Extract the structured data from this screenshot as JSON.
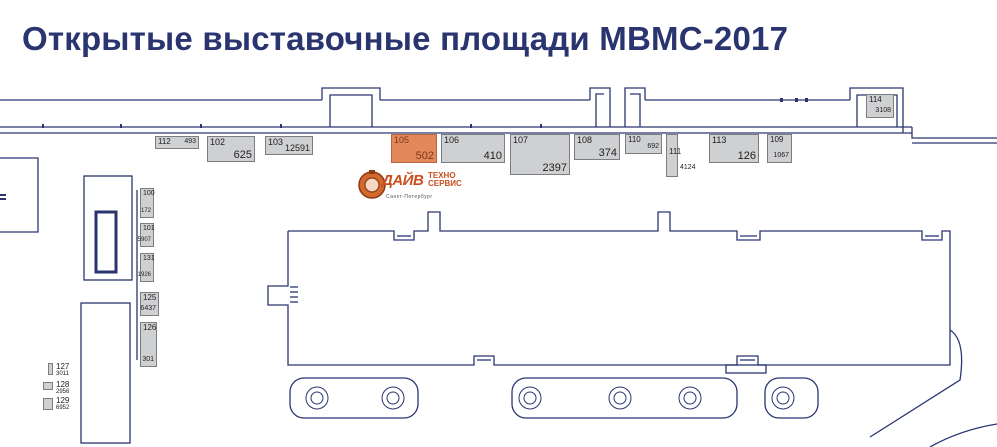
{
  "title": "Открытые выставочные площади МВМС-2017",
  "logo": {
    "main": "ДАЙВ",
    "side_top": "ТЕХНО",
    "side_bottom": "СЕРВИС",
    "sub": "Санкт-Петербург"
  },
  "colors": {
    "title": "#2a3570",
    "outline": "#2a3570",
    "booth": "#cfd0d2",
    "highlight": "#e2885a"
  },
  "booths": [
    {
      "id": "112",
      "area": "493"
    },
    {
      "id": "102",
      "area": "625"
    },
    {
      "id": "103",
      "area": "12591"
    },
    {
      "id": "105",
      "area": "502",
      "highlight": true
    },
    {
      "id": "106",
      "area": "410"
    },
    {
      "id": "107",
      "area": "2397"
    },
    {
      "id": "108",
      "area": "374"
    },
    {
      "id": "110",
      "area": "692"
    },
    {
      "id": "111",
      "area": "4124"
    },
    {
      "id": "113",
      "area": "126"
    },
    {
      "id": "109",
      "area": "1067"
    },
    {
      "id": "114",
      "area": "3108"
    },
    {
      "id": "100",
      "area": "172"
    },
    {
      "id": "101",
      "area": "5907"
    },
    {
      "id": "131",
      "area": "1926"
    },
    {
      "id": "125",
      "area": "6437"
    },
    {
      "id": "126",
      "area": "301"
    },
    {
      "id": "127",
      "area": "3011"
    },
    {
      "id": "128",
      "area": "2956"
    },
    {
      "id": "129",
      "area": "6952"
    }
  ]
}
